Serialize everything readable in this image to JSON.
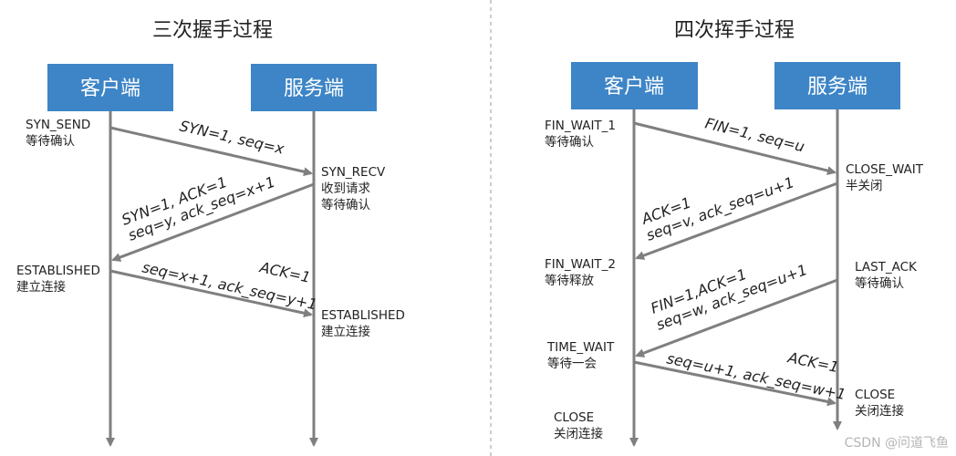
{
  "three_way": {
    "title": "三次握手过程",
    "client": "客户端",
    "server": "服务端",
    "messages": [
      [
        "SYN=1, seq=x"
      ],
      [
        "SYN=1, ACK=1",
        "seq=y, ack_seq=x+1"
      ],
      [
        "ACK=1",
        "seq=x+1, ack_seq=y+1"
      ]
    ],
    "client_states": [
      [
        "SYN_SEND",
        "等待确认"
      ],
      [
        "ESTABLISHED",
        "建立连接"
      ]
    ],
    "server_states": [
      [
        "SYN_RECV",
        "收到请求",
        "等待确认"
      ],
      [
        "ESTABLISHED",
        "建立连接"
      ]
    ]
  },
  "four_way": {
    "title": "四次挥手过程",
    "client": "客户端",
    "server": "服务端",
    "messages": [
      [
        "FIN=1, seq=u"
      ],
      [
        "ACK=1",
        "seq=v, ack_seq=u+1"
      ],
      [
        "FIN=1,ACK=1",
        "seq=w, ack_seq=u+1"
      ],
      [
        "ACK=1",
        "seq=u+1, ack_seq=w+1"
      ]
    ],
    "client_states": [
      [
        "FIN_WAIT_1",
        "等待确认"
      ],
      [
        "FIN_WAIT_2",
        "等待释放"
      ],
      [
        "TIME_WAIT",
        "等待一会"
      ],
      [
        "CLOSE",
        "关闭连接"
      ]
    ],
    "server_states": [
      [
        "CLOSE_WAIT",
        "半关闭"
      ],
      [
        "LAST_ACK",
        "等待确认"
      ],
      [
        "CLOSE",
        "关闭连接"
      ]
    ]
  },
  "watermark": "CSDN @问道飞鱼",
  "colors": {
    "box": "#3d85c6",
    "line": "#7f7f7f",
    "divider": "#aaaaaa"
  }
}
